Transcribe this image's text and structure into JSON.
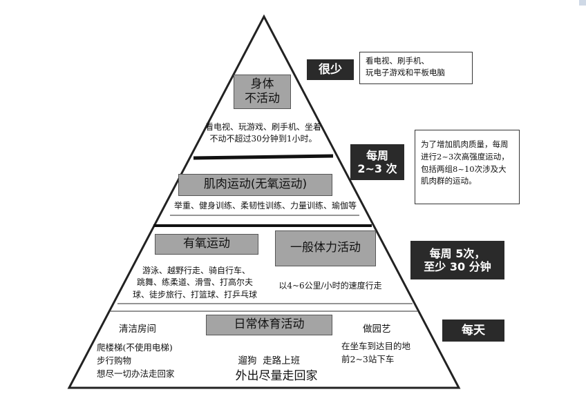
{
  "freq_labels": {
    "rarely": "很少",
    "weekly_2_3": [
      "每周",
      "2~3 次"
    ],
    "weekly_5": [
      "每周 5次，",
      "至少 30 分钟"
    ],
    "daily": "每天"
  },
  "notes": {
    "top": [
      "看电视、刷手机、",
      "玩电子游戏和平板电脑"
    ],
    "muscle": [
      "为了增加肌肉质量，每周",
      "进行2~3次高强度运动，",
      "包括两组8~10次涉及大",
      "肌肉群的运动。"
    ]
  },
  "levels": {
    "inactive": {
      "title": [
        "身体",
        "不活动"
      ],
      "desc": [
        "看电视、玩游戏、刷手机、坐着",
        "不动不超过30分钟到1小时。"
      ]
    },
    "muscle": {
      "title": "肌肉运动(无氧运动)",
      "desc": "举重、健身训练、柔韧性训练、力量训练、瑜伽等"
    },
    "aerobic": {
      "title": "有氧运动",
      "desc": [
        "游泳、越野行走、骑自行车、",
        "跳舞、练柔道、滑雪、打高尔夫",
        "球、徒步旅行、打篮球、打乒乓球"
      ]
    },
    "general": {
      "title": "一般体力活动",
      "desc": "以4~6公里/小时的速度行走"
    },
    "daily": {
      "title": "日常体育活动",
      "left_title": "清洁房间",
      "left_desc": [
        "爬楼梯(不使用电梯)",
        "步行购物",
        "想尽一切办法走回家"
      ],
      "center_desc": "遛狗  走路上班",
      "right_title": "做园艺",
      "right_desc": [
        "在坐车到达目的地",
        "前2~3站下车"
      ],
      "bottom": "外出尽量走回家"
    }
  }
}
